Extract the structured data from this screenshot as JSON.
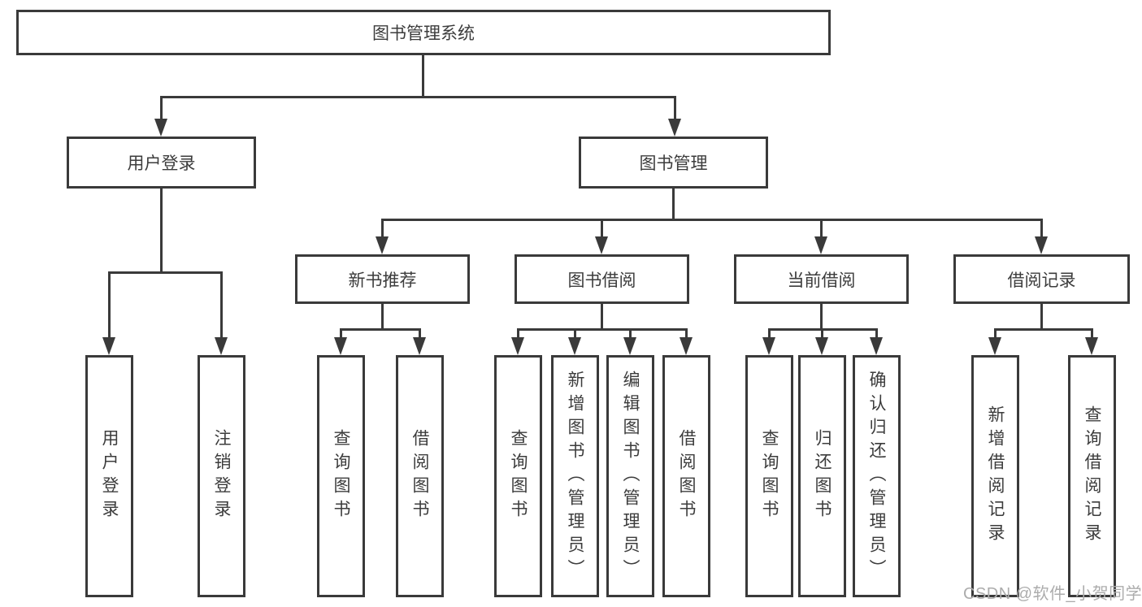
{
  "diagram_title": "图书管理系统",
  "colors": {
    "line": "#3a3a3a",
    "text": "#3c3c3c",
    "background": "#ffffff",
    "watermark": "#acacac"
  },
  "nodes": {
    "root": "图书管理系统",
    "user_login": "用户登录",
    "book_mgmt": "图书管理",
    "new_book_rec": "新书推荐",
    "book_borrow": "图书借阅",
    "current_borrow": "当前借阅",
    "borrow_records": "借阅记录",
    "leaf_user_login": "用户登录",
    "leaf_logout": "注销登录",
    "leaf_nbr_query": "查询图书",
    "leaf_nbr_borrow": "借阅图书",
    "leaf_bb_query": "查询图书",
    "leaf_bb_add": "新增图书（管理员）",
    "leaf_bb_edit": "编辑图书（管理员）",
    "leaf_bb_borrow": "借阅图书",
    "leaf_cb_query": "查询图书",
    "leaf_cb_return": "归还图书",
    "leaf_cb_confirm": "确认归还（管理员）",
    "leaf_br_add": "新增借阅记录",
    "leaf_br_query": "查询借阅记录"
  },
  "hierarchy": {
    "图书管理系统": {
      "用户登录": [
        "用户登录",
        "注销登录"
      ],
      "图书管理": {
        "新书推荐": [
          "查询图书",
          "借阅图书"
        ],
        "图书借阅": [
          "查询图书",
          "新增图书（管理员）",
          "编辑图书（管理员）",
          "借阅图书"
        ],
        "当前借阅": [
          "查询图书",
          "归还图书",
          "确认归还（管理员）"
        ],
        "借阅记录": [
          "新增借阅记录",
          "查询借阅记录"
        ]
      }
    }
  },
  "watermark": "CSDN @软件_小贺同学"
}
